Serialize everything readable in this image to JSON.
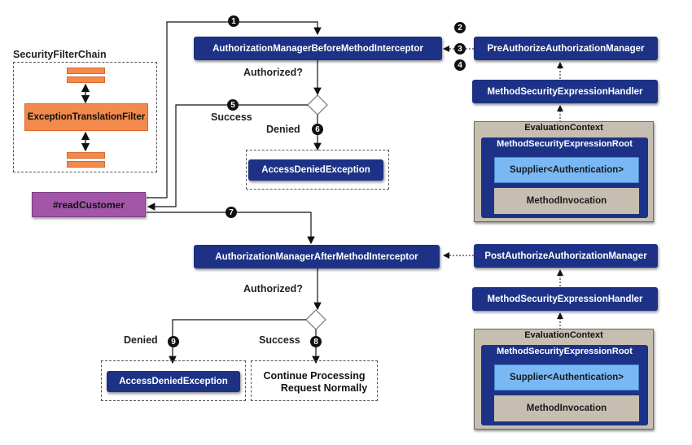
{
  "chain": {
    "title": "SecurityFilterChain",
    "filter_label": "ExceptionTranslationFilter"
  },
  "method": {
    "label": "#readCustomer"
  },
  "before": {
    "interceptor": "AuthorizationManagerBeforeMethodInterceptor",
    "authorized": "Authorized?",
    "success": "Success",
    "denied": "Denied",
    "exception": "AccessDeniedException",
    "manager": "PreAuthorizeAuthorizationManager",
    "handler": "MethodSecurityExpressionHandler",
    "context": {
      "title": "EvaluationContext",
      "root": "MethodSecurityExpressionRoot",
      "supplier": "Supplier<Authentication>",
      "invocation": "MethodInvocation"
    }
  },
  "after": {
    "interceptor": "AuthorizationManagerAfterMethodInterceptor",
    "authorized": "Authorized?",
    "denied": "Denied",
    "success": "Success",
    "exception": "AccessDeniedException",
    "continue_line1": "Continue Processing",
    "continue_line2": "Request Normally",
    "manager": "PostAuthorizeAuthorizationManager",
    "handler": "MethodSecurityExpressionHandler",
    "context": {
      "title": "EvaluationContext",
      "root": "MethodSecurityExpressionRoot",
      "supplier": "Supplier<Authentication>",
      "invocation": "MethodInvocation"
    }
  },
  "steps": [
    "1",
    "2",
    "3",
    "4",
    "5",
    "6",
    "7",
    "8",
    "9"
  ],
  "colors": {
    "navy": "#1d3286",
    "orange": "#f28a4b",
    "purple": "#a356a8",
    "supplier_blue": "#79b8f5",
    "context_tan": "#c6bfb1"
  }
}
